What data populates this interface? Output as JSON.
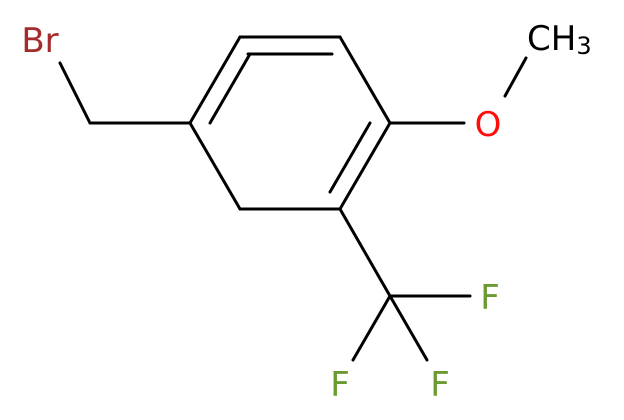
{
  "molecule": {
    "atoms": [
      {
        "id": "br",
        "symbol": "Br",
        "color": "#a52a2a"
      },
      {
        "id": "o",
        "symbol": "O",
        "color": "#ff0d0d"
      },
      {
        "id": "methyl",
        "symbol": "CH",
        "subscript": "3",
        "color": "#000000"
      },
      {
        "id": "f1",
        "symbol": "F",
        "color": "#6a9a30"
      },
      {
        "id": "f2",
        "symbol": "F",
        "color": "#6a9a30"
      },
      {
        "id": "f3",
        "symbol": "F",
        "color": "#6a9a30"
      }
    ],
    "bond_color": "#000000"
  }
}
